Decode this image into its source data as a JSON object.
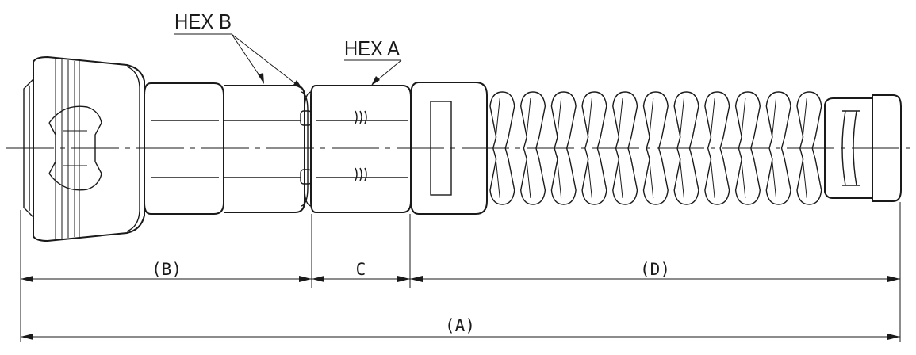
{
  "callouts": {
    "hex_b": "HEX B",
    "hex_a": "HEX A"
  },
  "dimensions": {
    "b": "(B)",
    "c": "C",
    "d": "(D)",
    "a": "(A)"
  }
}
